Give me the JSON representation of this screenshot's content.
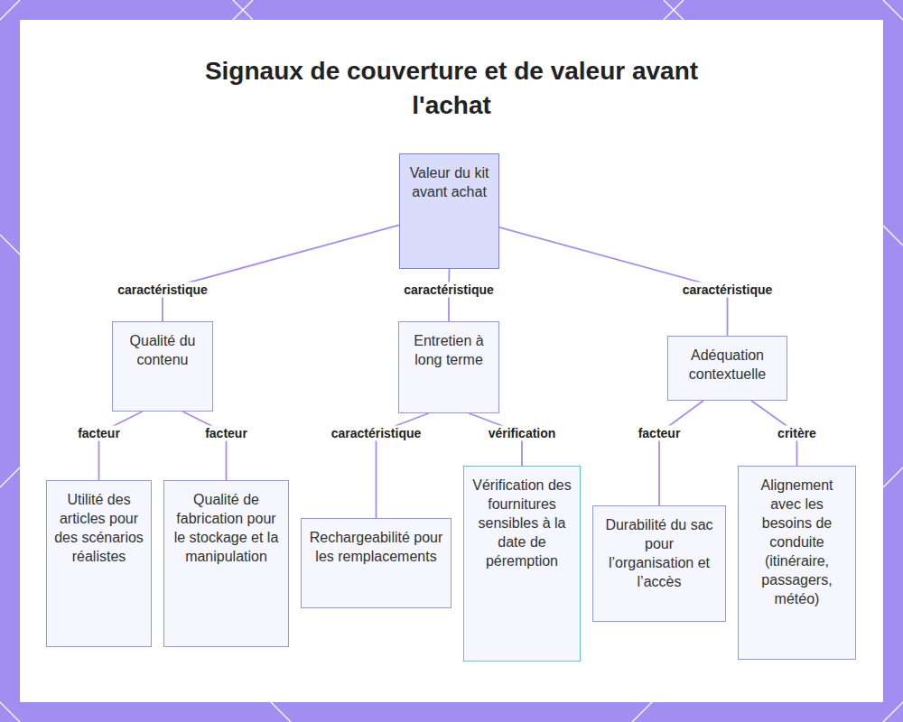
{
  "diagram": {
    "title": "Signaux de couverture et de valeur avant l'achat",
    "nodes": [
      {
        "text": [
          "Valeur du kit avant achat"
        ]
      },
      {
        "text": [
          "Qualité du contenu"
        ]
      },
      {
        "text": [
          "Entretien à long terme"
        ]
      },
      {
        "text": [
          "Adéquation contextuelle"
        ]
      },
      {
        "text": [
          "Utilité des articles pour des scénarios réalistes"
        ]
      },
      {
        "text": [
          "Qualité de fabrication pour le stockage et la manipulation"
        ]
      },
      {
        "text": [
          "Rechargeabilité pour les remplacements"
        ]
      },
      {
        "text": [
          "Vérification des fournitures sensibles à la date de péremption"
        ]
      },
      {
        "text": [
          "Durabilité du sac pour l’organisation et l’accès"
        ]
      },
      {
        "text": [
          "Alignement avec les besoins de conduite (itinéraire, passagers, météo)"
        ]
      }
    ],
    "edges": [
      {
        "from": 0,
        "to": 1,
        "label": "caractéristique",
        "arrow": "none"
      },
      {
        "from": 0,
        "to": 2,
        "label": "caractéristique",
        "arrow": "none"
      },
      {
        "from": 0,
        "to": 3,
        "label": "caractéristique",
        "arrow": "none"
      },
      {
        "from": 1,
        "to": 4,
        "label": "facteur",
        "arrow": "none"
      },
      {
        "from": 1,
        "to": 5,
        "label": "facteur",
        "arrow": "none"
      },
      {
        "from": 2,
        "to": 6,
        "label": "caractéristique",
        "arrow": "none"
      },
      {
        "from": 2,
        "to": 7,
        "label": "vérification",
        "arrow": "none"
      },
      {
        "from": 3,
        "to": 8,
        "label": "facteur",
        "arrow": "none"
      },
      {
        "from": 3,
        "to": 9,
        "label": "critère",
        "arrow": "none"
      }
    ]
  }
}
